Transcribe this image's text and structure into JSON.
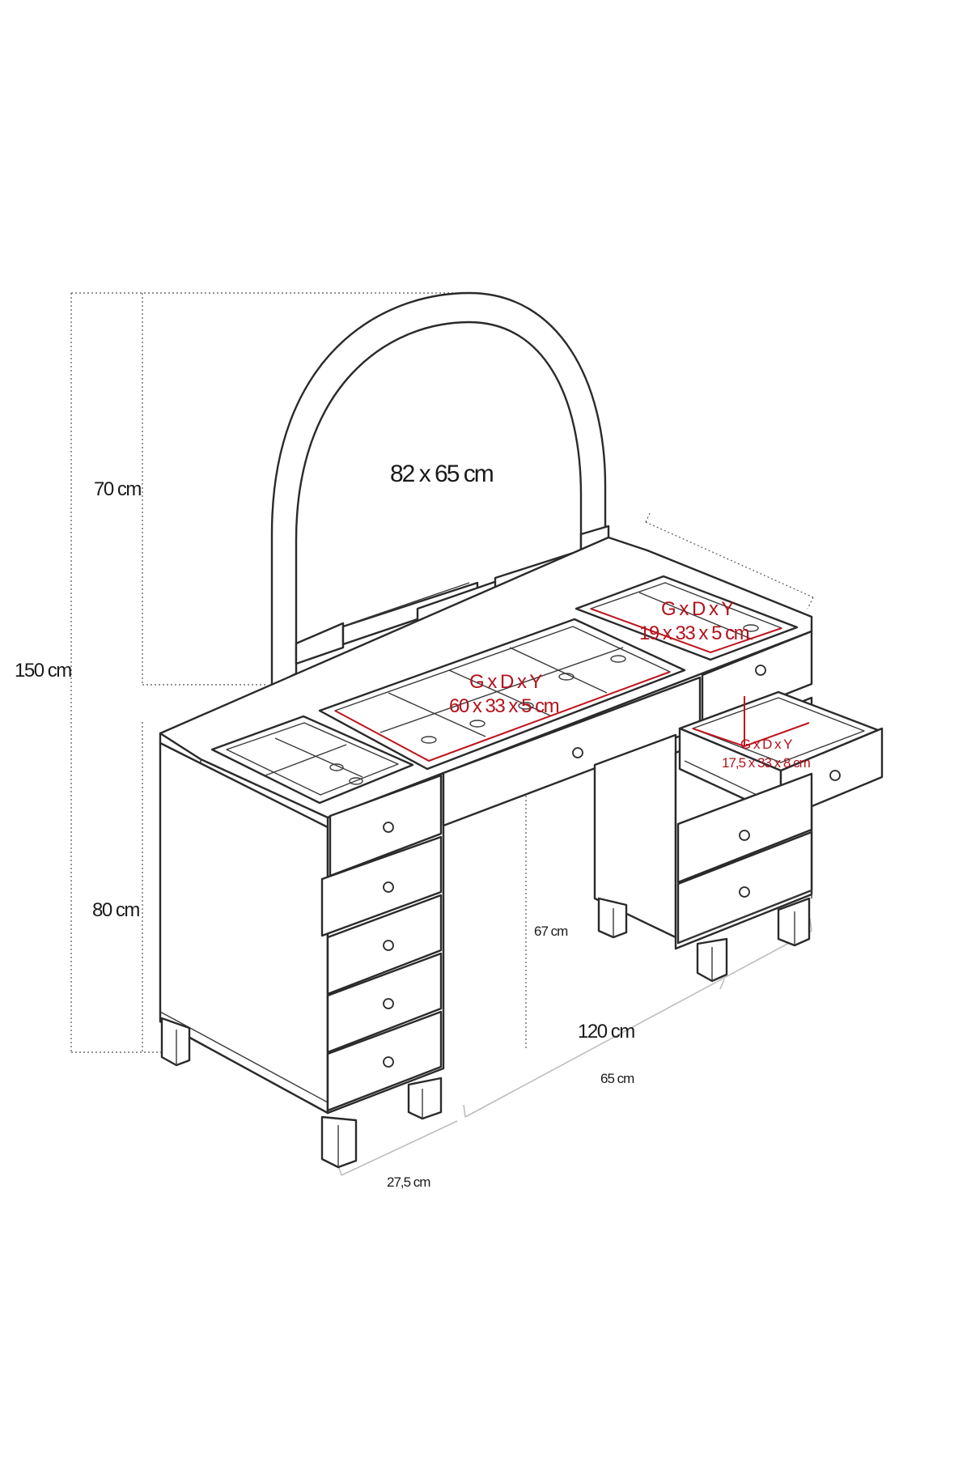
{
  "dimensions": {
    "total_height": "150 cm",
    "mirror_height": "70 cm",
    "table_height": "80 cm",
    "mirror_size": "82 x 65 cm",
    "knee_height": "67 cm",
    "width": "120 cm",
    "inner_width": "65 cm",
    "depth": "27,5 cm"
  },
  "compartments": {
    "left_center": {
      "header": "G x D x Y",
      "size": "60 x 33 x 5 cm"
    },
    "right_top": {
      "header": "G x D x Y",
      "size": "19 x  33 x 5 cm"
    },
    "drawer_open": {
      "header": "G x D x Y",
      "size": "17,5 x 33 x 8 cm"
    }
  }
}
